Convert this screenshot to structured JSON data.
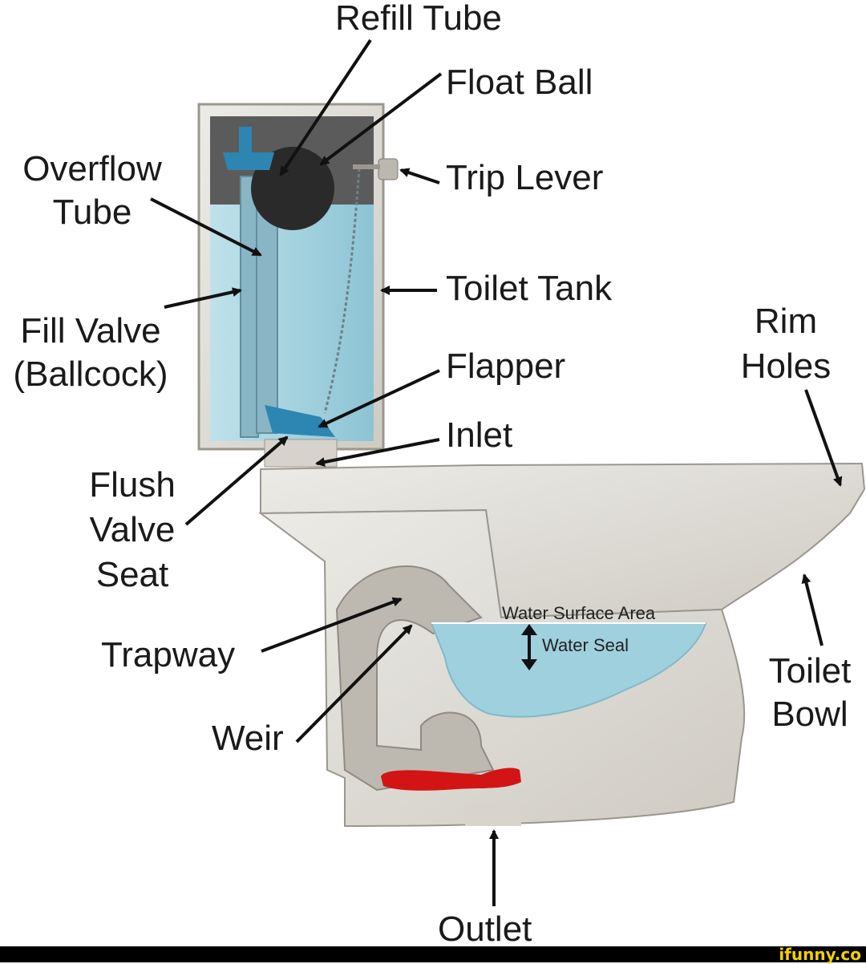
{
  "labels": {
    "refill_tube": "Refill Tube",
    "float_ball": "Float Ball",
    "overflow_1": "Overflow",
    "overflow_2": "Tube",
    "trip_lever": "Trip Lever",
    "toilet_tank": "Toilet Tank",
    "fill_valve_1": "Fill Valve",
    "fill_valve_2": "(Ballcock)",
    "rim_1": "Rim",
    "rim_2": "Holes",
    "flapper": "Flapper",
    "inlet": "Inlet",
    "flush_1": "Flush",
    "flush_2": "Valve",
    "flush_3": "Seat",
    "water_surface": "Water Surface Area",
    "water_seal": "Water Seal",
    "trapway": "Trapway",
    "toilet_bowl_1": "Toilet",
    "toilet_bowl_2": "Bowl",
    "weir": "Weir",
    "outlet": "Outlet"
  },
  "watermark": "ifunny.co",
  "colors": {
    "porcelain": "#e6e3dd",
    "porcelain_shade": "#c9c5bd",
    "water": "#9fd0de",
    "water_dark": "#7fb9ca",
    "valve_blue": "#2d86b2",
    "blockage": "#d21414",
    "arrow": "#111111"
  }
}
